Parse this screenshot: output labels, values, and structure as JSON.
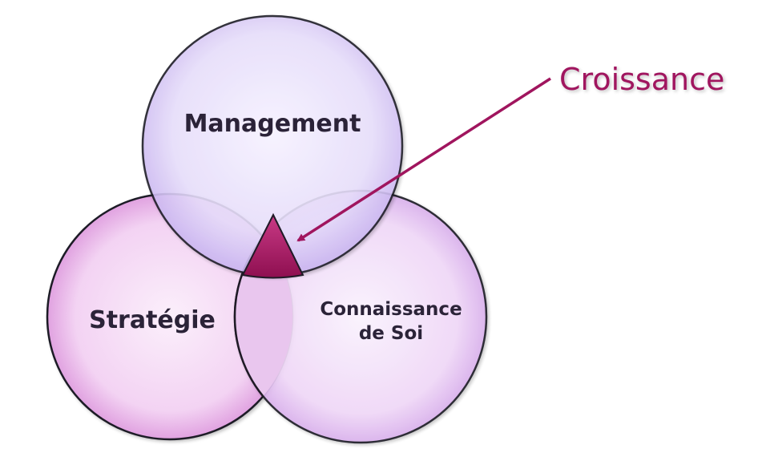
{
  "diagram": {
    "type": "venn-3",
    "sets": [
      {
        "id": "management",
        "label": "Management"
      },
      {
        "id": "strategie",
        "label": "Stratégie"
      },
      {
        "id": "soi",
        "label_lines": [
          "Connaissance",
          "de Soi"
        ]
      }
    ],
    "center_intersection": {
      "label": "Croissance"
    },
    "colors": {
      "management_fill": "#e9e2fb",
      "management_stroke": "#2a2133",
      "strategie_fill": "#f3d6f5",
      "soi_fill": "#efdaf7",
      "circle_stroke": "#1f1a26",
      "overlap_fill": "#a0155e",
      "arrow": "#a0155e",
      "callout_text": "#a0155e"
    }
  }
}
